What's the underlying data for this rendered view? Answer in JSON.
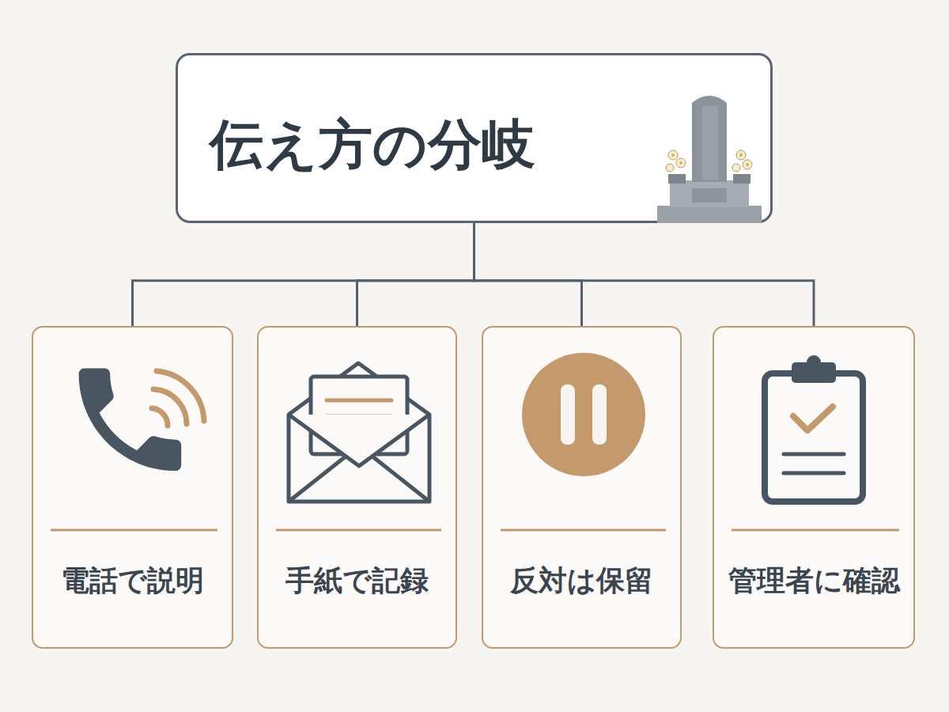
{
  "diagram": {
    "nodes": [
      {
        "text": [
          "伝え方の分岐"
        ]
      },
      {
        "text": [
          "電話で説明"
        ]
      },
      {
        "text": [
          "手紙で記録"
        ]
      },
      {
        "text": [
          "反対は保留"
        ]
      },
      {
        "text": [
          "管理者に確認"
        ]
      }
    ],
    "edges": [
      {
        "from": 0,
        "to": 1,
        "arrow": "none"
      },
      {
        "from": 0,
        "to": 2,
        "arrow": "none"
      },
      {
        "from": 0,
        "to": 3,
        "arrow": "none"
      },
      {
        "from": 0,
        "to": 4,
        "arrow": "none"
      }
    ]
  }
}
